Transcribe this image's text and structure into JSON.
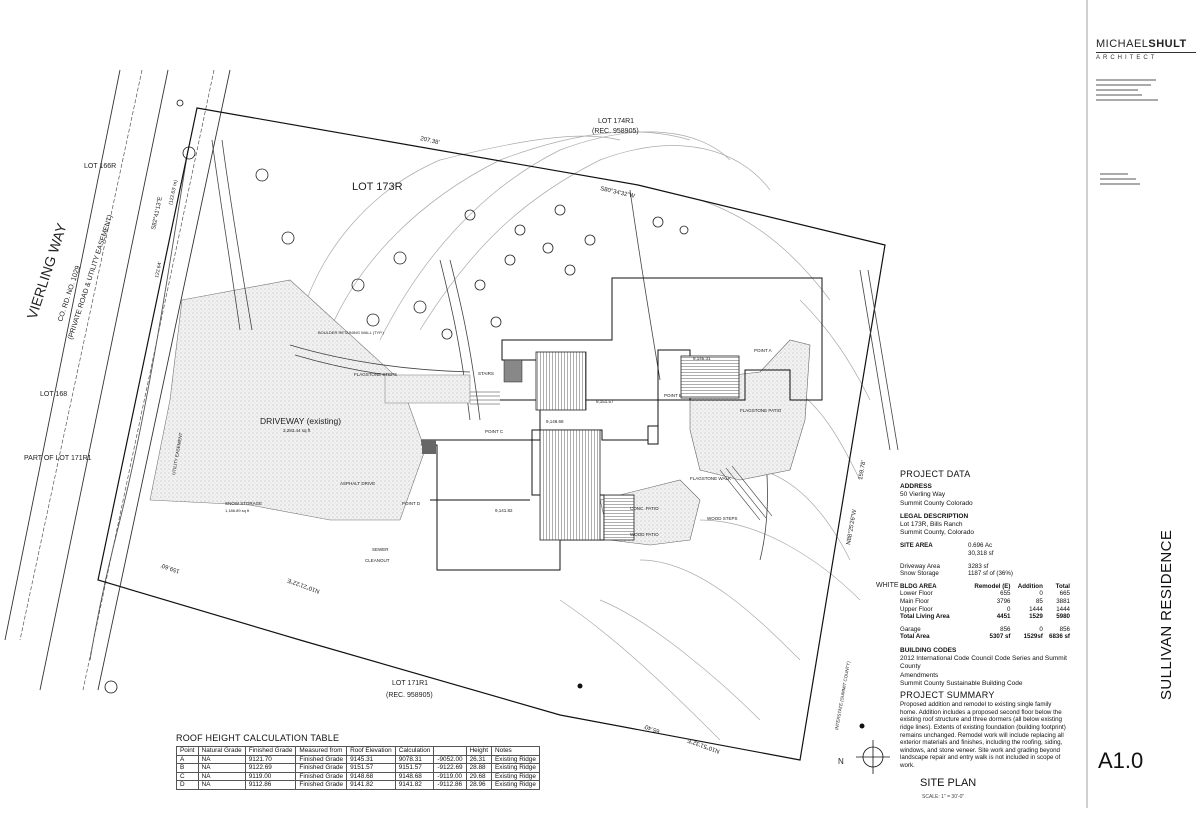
{
  "firm": {
    "name_light": "MICHAEL",
    "name_bold": "SHULT",
    "subtitle": "ARCHITECT"
  },
  "project_title": "SULLIVAN RESIDENCE",
  "sheet": {
    "number": "A1.0",
    "title": "SITE PLAN",
    "scale": "SCALE: 1\" = 30'-0\""
  },
  "plan_labels": {
    "street": "VIERLING WAY",
    "street_sub1": "CO. RD. NO. 1029",
    "street_sub2": "(PRIVATE ROAD & UTILITY EASEMENT)",
    "lot_173r": "LOT 173R",
    "lot_174r1": "LOT 174R1",
    "rec_top": "(REC. 958905)",
    "lot_171r1": "LOT 171R1",
    "rec_bottom": "(REC. 958905)",
    "lot_166r": "LOT 166R",
    "lot_168": "LOT 168",
    "part_lot_171r1": "PART OF LOT 171R1",
    "driveway": "DRIVEWAY (existing)",
    "driveway_area": "3,283.44 sq ft",
    "bearing_top": "S80°34'32\"W",
    "dist_top": "207.38'",
    "bearing_left": "S82°41'13\"E",
    "dist_left": "(122.63' m)",
    "dist_left2": "122.64'",
    "bearing_bottom": "N10°21'22\"E",
    "dist_bottom": "159.60'",
    "bearing_right": "N88°25'26\"W",
    "dist_right": "159.78'",
    "bearing_bottom2": "N10°51'32\"E",
    "dist_bottom2": "65.40'",
    "flagstone_patio": "FLAGSTONE PATIO",
    "flagstone_walk": "FLAGSTONE WALK",
    "flagstone_steps": "FLAGSTONE STEPS",
    "boulder_wall": "BOULDER RETAINING WALL (TYP.)",
    "stairs": "STAIRS",
    "asphalt": "ASPHALT DRIVE",
    "snow_storage": "SNOW STORAGE",
    "snow_storage_area": "1,186.89 sq ft",
    "utility_easement": "UTILITY EASEMENT",
    "sewer": "SEWER",
    "cleanout": "CLEANOUT",
    "conc_patio": "CONC. PATIO",
    "wood_patio": "WOOD PATIO",
    "wood_steps": "WOOD STEPS",
    "point_a": "POINT A",
    "point_b": "POINT B",
    "point_c": "POINT C",
    "point_d": "POINT D",
    "white": "WHITE",
    "interstate": "INTERSTATE (SUMMIT COUNTY)",
    "north": "N",
    "elev_1": "9,151.57",
    "elev_2": "9,148.68",
    "elev_3": "9,141.82",
    "elev_4": "9,145.31"
  },
  "project_data": {
    "heading": "PROJECT DATA",
    "address_label": "ADDRESS",
    "address_1": "50 Vierling Way",
    "address_2": "Summit County Colorado",
    "legal_label": "LEGAL DESCRIPTION",
    "legal_1": "Lot 173R, Bills Ranch",
    "legal_2": "Summit County, Colorado",
    "site_area_label": "SITE AREA",
    "site_area_ac": "0.696 Ac",
    "site_area_sf": "30,318 sf",
    "driveway_label": "Driveway Area",
    "driveway_value": "3283 sf",
    "snow_label": "Snow Storage",
    "snow_value": "1187 sf of (36%)",
    "bldg_area": {
      "headers": [
        "BLDG AREA",
        "Remodel (E)",
        "Addition",
        "Total"
      ],
      "rows": [
        [
          "Lower Floor",
          "655",
          "0",
          "665"
        ],
        [
          "Main Floor",
          "3796",
          "85",
          "3881"
        ],
        [
          "Upper Floor",
          "0",
          "1444",
          "1444"
        ]
      ],
      "total_living": [
        "Total Living Area",
        "4451",
        "1529",
        "5980"
      ],
      "garage": [
        "Garage",
        "856",
        "0",
        "856"
      ],
      "total_area": [
        "Total Area",
        "5307 sf",
        "1529sf",
        "6836 sf"
      ]
    },
    "codes_label": "BUILDING CODES",
    "codes_1": "2012 International Code Council Code Series and Summit County",
    "codes_2": "Amendments",
    "codes_3": "Summit County Sustainable Building Code",
    "summary_heading": "PROJECT SUMMARY",
    "summary_text": "Proposed addition and remodel to existing single family home. Addition includes a proposed second floor below the existing roof structure and three dormers (all below existing ridge lines). Extents of existing foundation (building footprint) remains unchanged. Remodel work will include replacing all exterior materials and finishes, including the roofing, siding, windows, and stone veneer. Site work and grading beyond landscape repair and entry walk is not included in scope of work."
  },
  "roof_table": {
    "title": "ROOF HEIGHT CALCULATION TABLE",
    "headers": [
      "Point",
      "Natural Grade",
      "Finished Grade",
      "Measured from",
      "Roof Elevation",
      "Calculation",
      "",
      "Height",
      "Notes"
    ],
    "rows": [
      [
        "A",
        "NA",
        "9121.70",
        "Finished Grade",
        "9145.31",
        "9078.31",
        "-9052.00",
        "26.31",
        "Existing Ridge"
      ],
      [
        "B",
        "NA",
        "9122.69",
        "Finished Grade",
        "9151.57",
        "9151.57",
        "-9122.69",
        "28.88",
        "Existing Ridge"
      ],
      [
        "C",
        "NA",
        "9119.00",
        "Finished Grade",
        "9148.68",
        "9148.68",
        "-9119.00",
        "29.68",
        "Existing Ridge"
      ],
      [
        "D",
        "NA",
        "9112.86",
        "Finished Grade",
        "9141.82",
        "9141.82",
        "-9112.86",
        "28.96",
        "Existing Ridge"
      ]
    ]
  }
}
